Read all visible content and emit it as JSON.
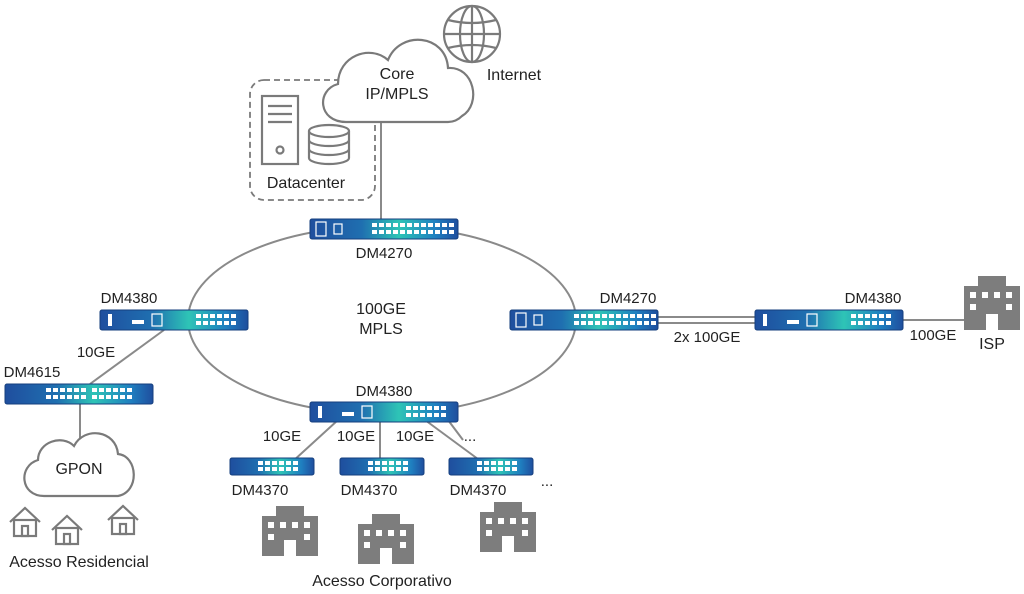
{
  "nodes": {
    "internet": "Internet",
    "core_cloud_line1": "Core",
    "core_cloud_line2": "IP/MPLS",
    "datacenter": "Datacenter",
    "dm4270_top": "DM4270",
    "dm4270_right": "DM4270",
    "dm4380_left": "DM4380",
    "dm4380_bottom": "DM4380",
    "dm4380_far_right": "DM4380",
    "dm4615": "DM4615",
    "gpon": "GPON",
    "dm4370_a": "DM4370",
    "dm4370_b": "DM4370",
    "dm4370_c": "DM4370",
    "isp": "ISP",
    "residential_access": "Acesso Residencial",
    "corporate_access": "Acesso Corporativo",
    "ring_line1": "100GE",
    "ring_line2": "MPLS",
    "ellipsis_link": "...",
    "ellipsis_device": "..."
  },
  "links": {
    "dm4380_to_dm4615": "10GE",
    "dm4270_to_dm4380": "2x 100GE",
    "dm4380_to_isp": "100GE",
    "to_dm4370_a": "10GE",
    "to_dm4370_b": "10GE",
    "to_dm4370_c": "10GE"
  },
  "colors": {
    "device_dark": "#1f4e9e",
    "device_light": "#2ec4b6",
    "line": "#8a8a8a",
    "icon": "#7a7a7a"
  }
}
